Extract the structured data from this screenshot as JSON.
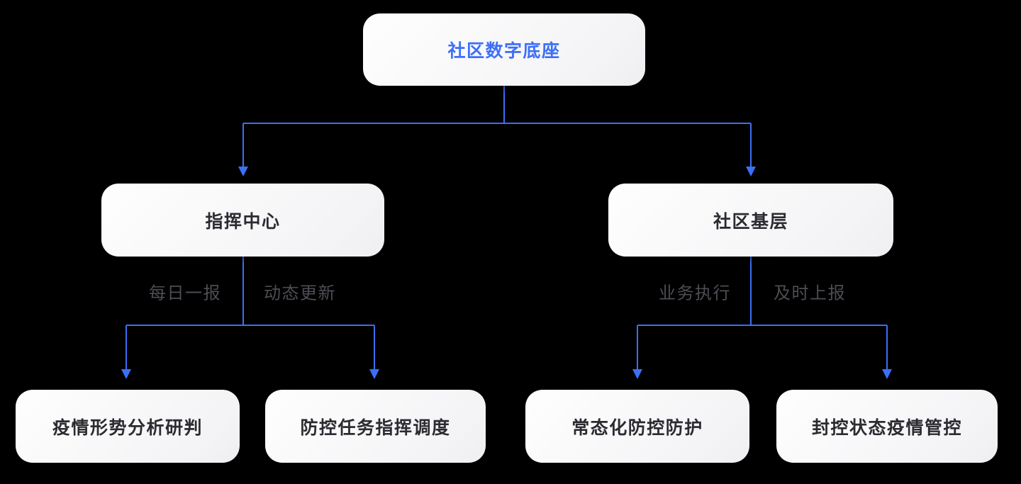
{
  "colors": {
    "background": "#000000",
    "accent_blue": "#3B6FF6",
    "root_text": "#3D6FF7",
    "node_text": "#2B2B31",
    "edge_label_text": "#4D4D54",
    "node_background": "#F7F7F8"
  },
  "diagram": {
    "root": {
      "label": "社区数字底座"
    },
    "branches": [
      {
        "label": "指挥中心",
        "edge_labels": [
          "每日一报",
          "动态更新"
        ],
        "children": [
          {
            "label": "疫情形势分析研判"
          },
          {
            "label": "防控任务指挥调度"
          }
        ]
      },
      {
        "label": "社区基层",
        "edge_labels": [
          "业务执行",
          "及时上报"
        ],
        "children": [
          {
            "label": "常态化防控防护"
          },
          {
            "label": "封控状态疫情管控"
          }
        ]
      }
    ]
  }
}
